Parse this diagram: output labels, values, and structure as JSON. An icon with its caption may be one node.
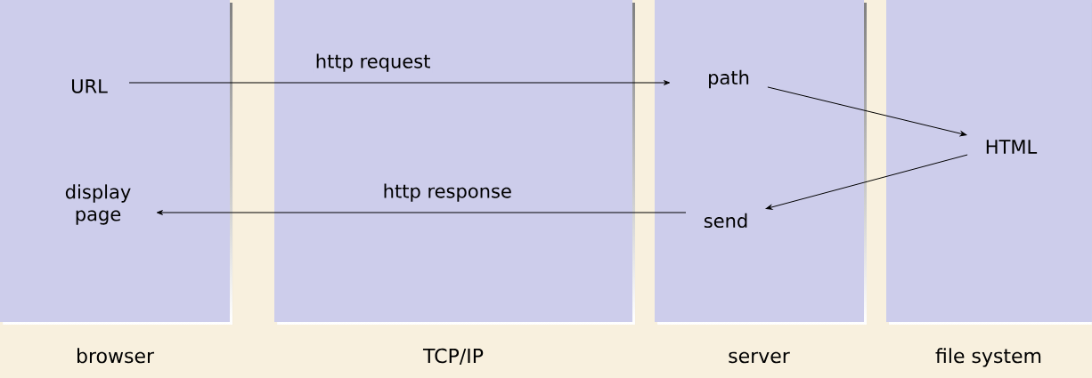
{
  "diagram": {
    "nodes": [
      {
        "text": [
          "URL"
        ]
      },
      {
        "text": [
          "display page"
        ]
      },
      {
        "text": [
          "path"
        ]
      },
      {
        "text": [
          "send"
        ]
      },
      {
        "text": [
          "HTML"
        ]
      }
    ],
    "edges": [
      {
        "from": 0,
        "to": 2,
        "arrow": "to",
        "label": "http request"
      },
      {
        "from": 2,
        "to": 4,
        "arrow": "to"
      },
      {
        "from": 4,
        "to": 3,
        "arrow": "to"
      },
      {
        "from": 3,
        "to": 1,
        "arrow": "to",
        "label": "http response"
      }
    ],
    "labels": [
      "browser",
      "TCP/IP",
      "server",
      "file system"
    ]
  }
}
